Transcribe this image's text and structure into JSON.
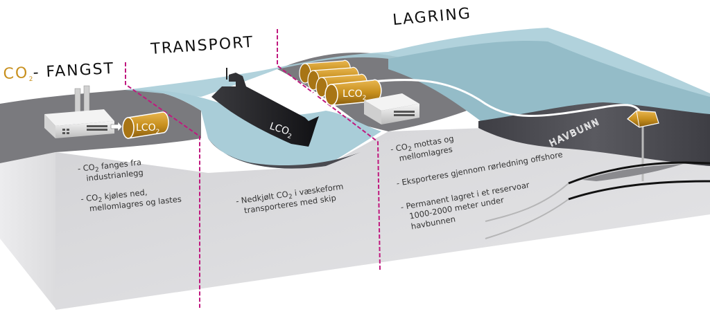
{
  "titles": {
    "fangst_prefix": "CO",
    "fangst_sub": "2",
    "fangst": "- FANGST",
    "transport": "TRANSPORT",
    "lagring": "LAGRING"
  },
  "labels": {
    "lco2_prefix": "LCO",
    "lco2_sub": "2",
    "havbunn": "HAVBUNN"
  },
  "fangst_bullets": [
    {
      "line1_pre": "- CO",
      "line1_sub": "2",
      "line1_post": " fanges fra",
      "line2": "industrianlegg"
    },
    {
      "line1_pre": "- CO",
      "line1_sub": "2",
      "line1_post": " kjøles ned,",
      "line2": "mellomlagres og lastes"
    }
  ],
  "transport_bullets": [
    {
      "line1_pre": "- Nedkjølt CO",
      "line1_sub": "2",
      "line1_post": " i væskeform",
      "line2": "transporteres med skip"
    }
  ],
  "lagring_bullets": [
    {
      "line1_pre": "- CO",
      "line1_sub": "2",
      "line1_post": " mottas og",
      "line2": "mellomlagres"
    },
    {
      "line1": "- Eksporteres gjennom rørledning offshore"
    },
    {
      "line1": "- Permanent lagret i et reservoar",
      "line2": "1000-2000 meter under",
      "line3": "havbunnen"
    }
  ],
  "colors": {
    "accent_gold": "#c8901e",
    "divider_magenta": "#c0187e",
    "water": "#a9cdd8",
    "seabed": "#4a4a50",
    "block_side": "#d8d8da",
    "ground_top": "#7a7a7e"
  }
}
